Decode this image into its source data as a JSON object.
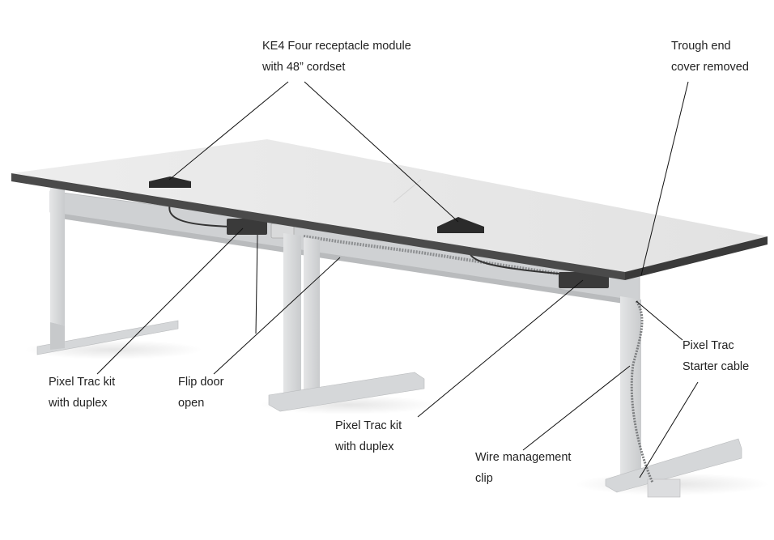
{
  "callouts": [
    {
      "id": "ke4-module",
      "lines": [
        "KE4 Four receptacle module",
        "with 48” cordset"
      ]
    },
    {
      "id": "trough-end-cover",
      "lines": [
        "Trough end",
        "cover removed"
      ]
    },
    {
      "id": "pixel-trac-starter-cable",
      "lines": [
        "Pixel Trac",
        "Starter cable"
      ]
    },
    {
      "id": "pixel-trac-kit-left",
      "lines": [
        "Pixel Trac kit",
        "with duplex"
      ]
    },
    {
      "id": "flip-door-open",
      "lines": [
        "Flip door",
        "open"
      ]
    },
    {
      "id": "pixel-trac-kit-right",
      "lines": [
        "Pixel Trac kit",
        "with duplex"
      ]
    },
    {
      "id": "wire-management-clip",
      "lines": [
        "Wire management",
        "clip"
      ]
    }
  ],
  "colors": {
    "tabletop": "#e9e9e9",
    "edge_band": "#4a4a4a",
    "frame": "#d2d4d6",
    "leader_line": "#111111",
    "module": "#2b2b2b"
  }
}
